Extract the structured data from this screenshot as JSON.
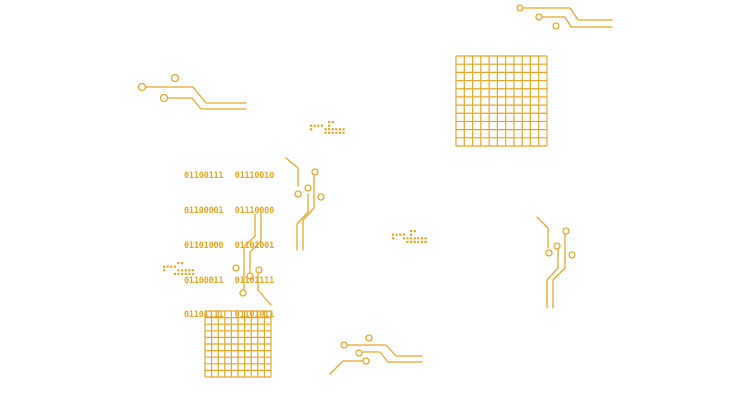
{
  "palette": {
    "accent": "#E8A72A",
    "background": "#FFFFFF"
  },
  "binary_text": {
    "left_column": [
      "01100111",
      "01100001",
      "01101000",
      "01100011",
      "01101111"
    ],
    "right_column": [
      "01110010",
      "01110000",
      "01101001",
      "01101111",
      "01101011"
    ]
  }
}
